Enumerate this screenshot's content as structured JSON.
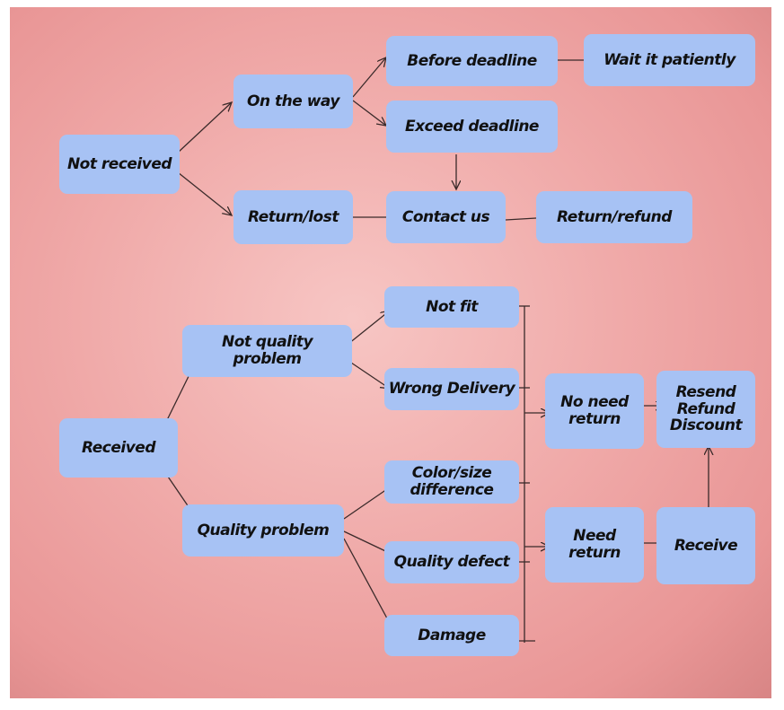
{
  "nodes": {
    "not_received": "Not received",
    "on_the_way": "On the way",
    "return_lost": "Return/lost",
    "before_deadline": "Before deadline",
    "exceed_deadline": "Exceed deadline",
    "wait_patiently": "Wait it patiently",
    "contact_us": "Contact us",
    "return_refund": "Return/refund",
    "received": "Received",
    "not_quality_problem": "Not quality problem",
    "quality_problem": "Quality problem",
    "not_fit": "Not fit",
    "wrong_delivery": "Wrong Delivery",
    "color_size_line1": "Color/size",
    "color_size_line2": "difference",
    "quality_defect": "Quality defect",
    "damage": "Damage",
    "no_need_return_line1": "No need",
    "no_need_return_line2": "return",
    "need_return": "Need return",
    "receive": "Receive",
    "resend_line1": "Resend",
    "resend_line2": "Refund",
    "resend_line3": "Discount"
  },
  "colors": {
    "node_fill": "#a7c2f4",
    "background": "#f0aaa9",
    "connector": "#3a2a2a"
  }
}
